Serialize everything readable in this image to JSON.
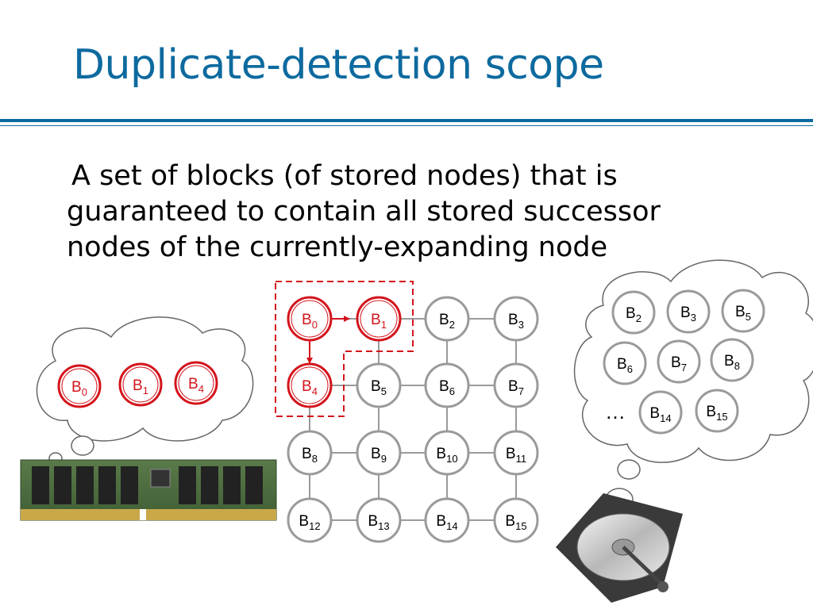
{
  "title": "Duplicate-detection scope",
  "text": {
    "line1": "A set of blocks (of stored nodes) that is",
    "line2": "guaranteed to contain all stored successor",
    "line3": "nodes of the currently-expanding node"
  },
  "colors": {
    "accent": "#0d6a9f",
    "scope": "#d4141c",
    "node_ring": "#9a9a9a"
  },
  "icons": {
    "memory": "ram-module-icon",
    "disk": "hard-drive-icon"
  },
  "grid": {
    "nodes": [
      {
        "base": "B",
        "sub": "0",
        "in_scope": true
      },
      {
        "base": "B",
        "sub": "1",
        "in_scope": true
      },
      {
        "base": "B",
        "sub": "2",
        "in_scope": false
      },
      {
        "base": "B",
        "sub": "3",
        "in_scope": false
      },
      {
        "base": "B",
        "sub": "4",
        "in_scope": true
      },
      {
        "base": "B",
        "sub": "5",
        "in_scope": false
      },
      {
        "base": "B",
        "sub": "6",
        "in_scope": false
      },
      {
        "base": "B",
        "sub": "7",
        "in_scope": false
      },
      {
        "base": "B",
        "sub": "8",
        "in_scope": false
      },
      {
        "base": "B",
        "sub": "9",
        "in_scope": false
      },
      {
        "base": "B",
        "sub": "10",
        "in_scope": false
      },
      {
        "base": "B",
        "sub": "11",
        "in_scope": false
      },
      {
        "base": "B",
        "sub": "12",
        "in_scope": false
      },
      {
        "base": "B",
        "sub": "13",
        "in_scope": false
      },
      {
        "base": "B",
        "sub": "14",
        "in_scope": false
      },
      {
        "base": "B",
        "sub": "15",
        "in_scope": false
      }
    ]
  },
  "memory_cloud": {
    "nodes": [
      {
        "base": "B",
        "sub": "0"
      },
      {
        "base": "B",
        "sub": "1"
      },
      {
        "base": "B",
        "sub": "4"
      }
    ]
  },
  "disk_cloud": {
    "nodes": [
      {
        "base": "B",
        "sub": "2"
      },
      {
        "base": "B",
        "sub": "3"
      },
      {
        "base": "B",
        "sub": "5"
      },
      {
        "base": "B",
        "sub": "6"
      },
      {
        "base": "B",
        "sub": "7"
      },
      {
        "base": "B",
        "sub": "8"
      },
      {
        "base": "B",
        "sub": "14"
      },
      {
        "base": "B",
        "sub": "15"
      }
    ],
    "ellipsis": "…"
  }
}
